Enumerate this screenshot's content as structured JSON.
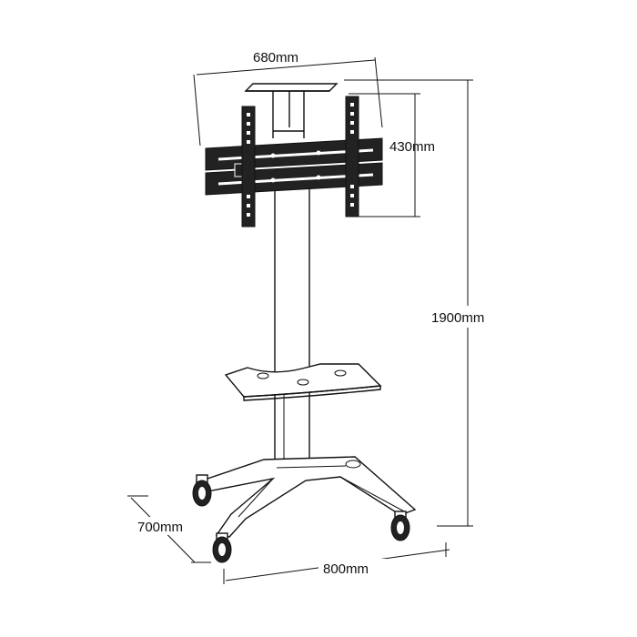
{
  "diagram": {
    "dimensions": {
      "width_top": "680mm",
      "bracket_height": "430mm",
      "total_height": "1900mm",
      "base_depth": "700mm",
      "base_width": "800mm"
    }
  }
}
